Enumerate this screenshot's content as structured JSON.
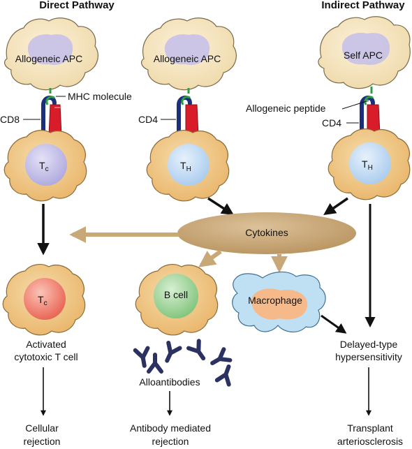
{
  "headings": {
    "direct": "Direct Pathway",
    "indirect": "Indirect Pathway"
  },
  "apcs": {
    "apc1": "Allogeneic APC",
    "apc2": "Allogeneic APC",
    "apc3": "Self APC"
  },
  "molecules": {
    "mhc": "MHC molecule",
    "cd8": "CD8",
    "cd4_middle": "CD4",
    "allo_peptide": "Allogeneic peptide",
    "cd4_right": "CD4"
  },
  "tcells": {
    "tc_main": "T",
    "tc_sub": "c",
    "th_main": "T",
    "th_sub": "H"
  },
  "center": {
    "cytokines": "Cytokines"
  },
  "effectors": {
    "activated_tc_main": "T",
    "activated_tc_sub": "c",
    "b_cell": "B cell",
    "macrophage": "Macrophage"
  },
  "descriptions": {
    "activated_line1": "Activated",
    "activated_line2": "cytotoxic T cell",
    "alloantibodies": "Alloantibodies",
    "dth_line1": "Delayed-type",
    "dth_line2": "hypersensitivity"
  },
  "outcomes": {
    "cellular_line1": "Cellular",
    "cellular_line2": "rejection",
    "antibody_line1": "Antibody mediated",
    "antibody_line2": "rejection",
    "transplant_line1": "Transplant",
    "transplant_line2": "arteriosclerosis"
  },
  "colors": {
    "apc_fill": "#f5e6c4",
    "apc_nucleus": "#c7c1e8",
    "tcell_fill": "#f0c98a",
    "tc_nucleus": "#c9c4ea",
    "th_nucleus": "#c4dcf3",
    "activated_nucleus": "#f28b7a",
    "bcell_nucleus": "#9fd39a",
    "cytokine_fill": "#c9a878",
    "macrophage_fill": "#bfe0f3",
    "macrophage_nucleus": "#f5b98a",
    "mhc_blue": "#1c2f7a",
    "receptor_red": "#d91c2a",
    "peptide_green": "#2e9e46",
    "antibody": "#2b3160"
  }
}
